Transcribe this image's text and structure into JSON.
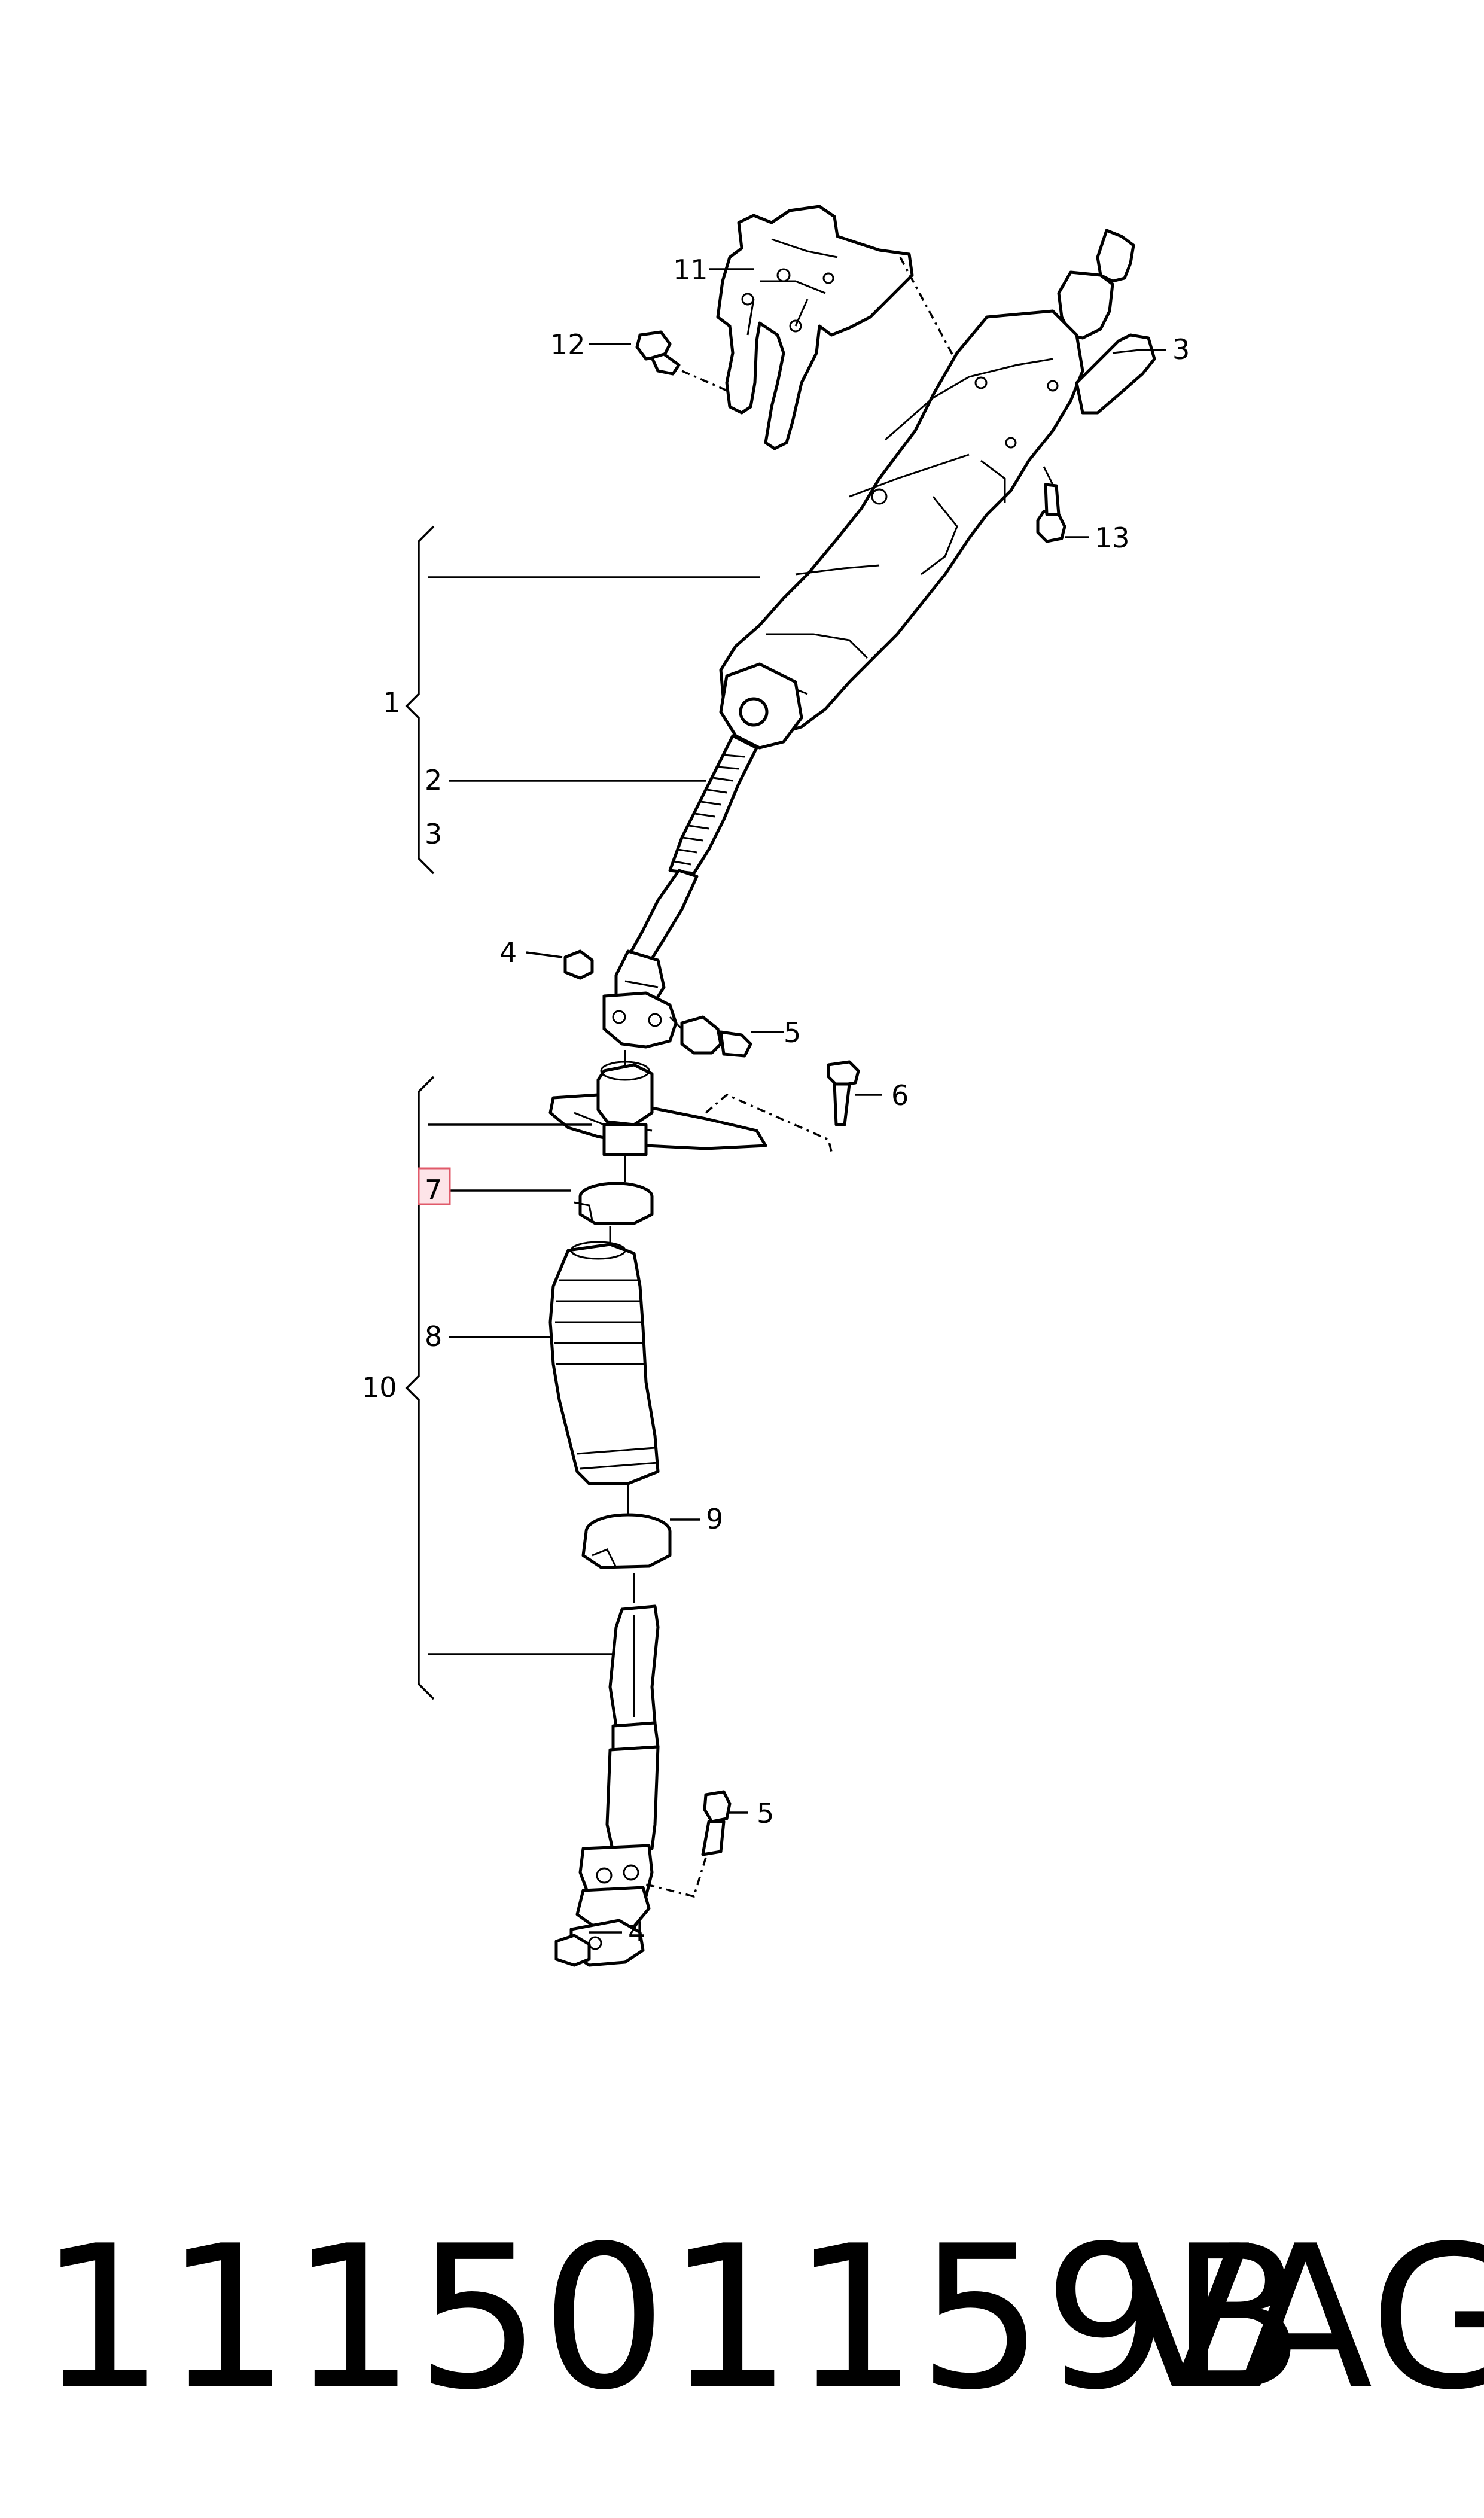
{
  "callouts": {
    "c1": "1",
    "c2": "2",
    "c3a": "3",
    "c3b": "3",
    "c4a": "4",
    "c4b": "4",
    "c5a": "5",
    "c5b": "5",
    "c6": "6",
    "c7": "7",
    "c8": "8",
    "c9": "9",
    "c10": "10",
    "c11": "11",
    "c12": "12",
    "c13": "13"
  },
  "footer": {
    "part_number": "111501159B",
    "brand": "VAG"
  },
  "colors": {
    "line": "#000000",
    "highlight_border": "#e05a6a",
    "highlight_fill": "#fde4e8"
  }
}
